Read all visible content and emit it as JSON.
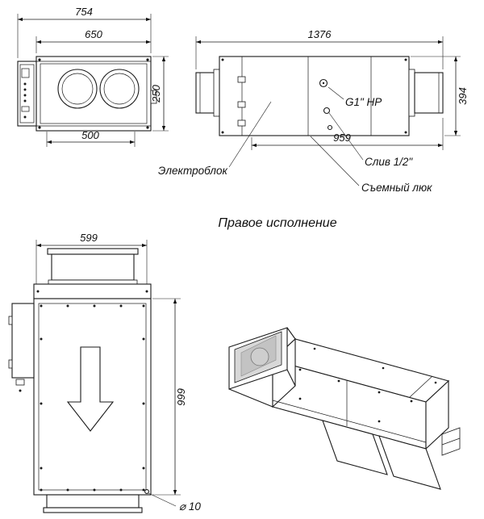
{
  "title": "Правое исполнение",
  "front_view": {
    "dim_overall_width": "754",
    "dim_body_width": "650",
    "dim_height": "250",
    "dim_bottom_width": "500"
  },
  "side_view": {
    "dim_length": "1376",
    "dim_height": "394",
    "dim_hatch_length": "959",
    "label_electric_block": "Электроблок",
    "label_pipe": "G1\" HP",
    "label_drain": "Слив 1/2\"",
    "label_hatch": "Съемный люк"
  },
  "top_view": {
    "dim_width": "599",
    "dim_length": "999",
    "dim_hole": "⌀ 10"
  }
}
